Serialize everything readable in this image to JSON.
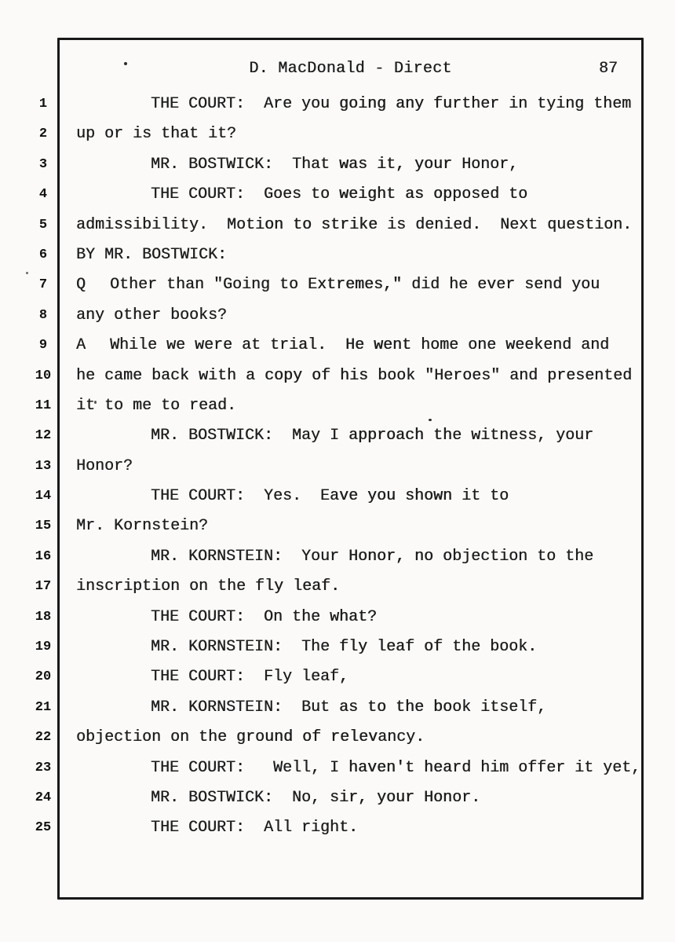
{
  "document": {
    "header": {
      "title": "D. MacDonald - Direct",
      "page_number": "87"
    },
    "transcript": {
      "lines": [
        {
          "num": "1",
          "indent": "speaker",
          "text": "THE COURT:  Are you going any further in tying them"
        },
        {
          "num": "2",
          "indent": "flush",
          "text": "up or is that it?"
        },
        {
          "num": "3",
          "indent": "speaker",
          "text": "MR. BOSTWICK:  That was it, your Honor,"
        },
        {
          "num": "4",
          "indent": "speaker",
          "text": "THE COURT:  Goes to weight as opposed to"
        },
        {
          "num": "5",
          "indent": "flush",
          "text": "admissibility.  Motion to strike is denied.  Next question."
        },
        {
          "num": "6",
          "indent": "flush",
          "text": "BY MR. BOSTWICK:"
        },
        {
          "num": "7",
          "indent": "qa",
          "prefix": "Q",
          "text": "Other than \"Going to Extremes,\" did he ever send you"
        },
        {
          "num": "8",
          "indent": "flush",
          "text": "any other books?"
        },
        {
          "num": "9",
          "indent": "qa",
          "prefix": "A",
          "text": "While we were at trial.  He went home one weekend and"
        },
        {
          "num": "10",
          "indent": "flush",
          "text": "he came back with a copy of his book \"Heroes\" and presented"
        },
        {
          "num": "11",
          "indent": "flush",
          "text": "it to me to read."
        },
        {
          "num": "12",
          "indent": "speaker",
          "text": "MR. BOSTWICK:  May I approach the witness, your"
        },
        {
          "num": "13",
          "indent": "flush",
          "text": "Honor?"
        },
        {
          "num": "14",
          "indent": "speaker",
          "text": "THE COURT:  Yes.  Eave you shown it to"
        },
        {
          "num": "15",
          "indent": "flush",
          "text": "Mr. Kornstein?"
        },
        {
          "num": "16",
          "indent": "speaker",
          "text": "MR. KORNSTEIN:  Your Honor, no objection to the"
        },
        {
          "num": "17",
          "indent": "flush",
          "text": "inscription on the fly leaf."
        },
        {
          "num": "18",
          "indent": "speaker",
          "text": "THE COURT:  On the what?"
        },
        {
          "num": "19",
          "indent": "speaker",
          "text": "MR. KORNSTEIN:  The fly leaf of the book."
        },
        {
          "num": "20",
          "indent": "speaker",
          "text": "THE COURT:  Fly leaf,"
        },
        {
          "num": "21",
          "indent": "speaker",
          "text": "MR. KORNSTEIN:  But as to the book itself,"
        },
        {
          "num": "22",
          "indent": "flush",
          "text": "objection on the ground of relevancy."
        },
        {
          "num": "23",
          "indent": "speaker",
          "text": "THE COURT:   Well, I haven't heard him offer it yet,"
        },
        {
          "num": "24",
          "indent": "speaker",
          "text": "MR. BOSTWICK:  No, sir, your Honor."
        },
        {
          "num": "25",
          "indent": "speaker",
          "text": "THE COURT:  All right."
        }
      ]
    },
    "colors": {
      "paper": "#fbfaf8",
      "ink": "#1e1e1e",
      "border": "#181818"
    }
  }
}
